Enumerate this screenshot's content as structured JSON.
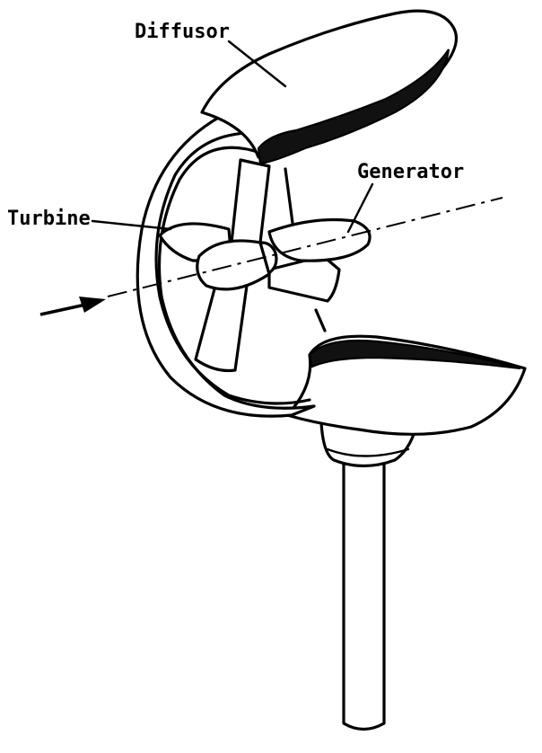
{
  "labels": {
    "diffusor": "Diffusor",
    "generator": "Generator",
    "turbine": "Turbine"
  },
  "colors": {
    "ink": "#000000",
    "paper": "#ffffff"
  }
}
